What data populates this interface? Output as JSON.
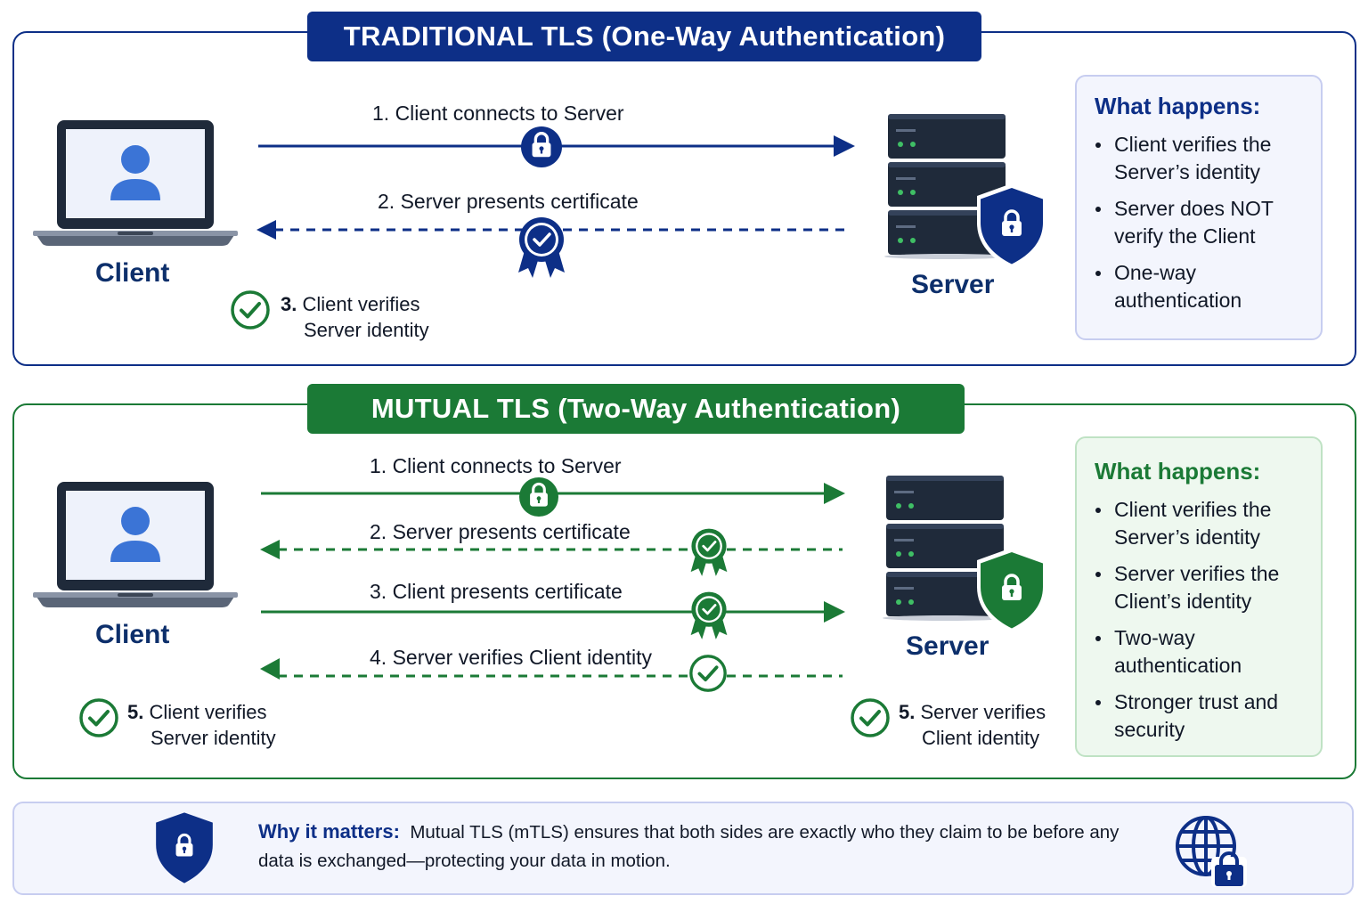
{
  "colors": {
    "blue": "#0d2f87",
    "green": "#1b7a36",
    "laptop_user": "#3b74d6",
    "server": "#1f2a3a"
  },
  "traditional": {
    "title": "TRADITIONAL TLS (One-Way Authentication)",
    "client_label": "Client",
    "server_label": "Server",
    "steps": {
      "s1": "1. Client connects to Server",
      "s2": "2. Server presents certificate",
      "s3_num": "3.",
      "s3_line1": "Client verifies",
      "s3_line2": "Server identity"
    },
    "info": {
      "heading": "What happens:",
      "items": [
        {
          "l1": "Client verifies the",
          "l2": "Server’s identity"
        },
        {
          "l1": "Server does NOT",
          "l2": "verify the Client"
        },
        {
          "l1": "One-way",
          "l2": "authentication"
        }
      ]
    }
  },
  "mutual": {
    "title": "MUTUAL TLS (Two-Way Authentication)",
    "client_label": "Client",
    "server_label": "Server",
    "steps": {
      "s1": "1. Client connects to Server",
      "s2": "2. Server presents certificate",
      "s3": "3. Client presents certificate",
      "s4": "4. Server verifies Client identity",
      "c5_num": "5.",
      "c5_line1": "Client verifies",
      "c5_line2": "Server identity",
      "s5_num": "5.",
      "s5_line1": "Server verifies",
      "s5_line2": "Client identity"
    },
    "info": {
      "heading": "What happens:",
      "items": [
        {
          "l1": "Client verifies the",
          "l2": "Server’s identity"
        },
        {
          "l1": "Server verifies the",
          "l2": "Client’s identity"
        },
        {
          "l1": "Two-way",
          "l2": "authentication"
        },
        {
          "l1": "Stronger trust and",
          "l2": "security"
        }
      ]
    }
  },
  "footer": {
    "label": "Why it matters:",
    "text1": "Mutual TLS (mTLS) ensures that both sides are exactly who they claim to be before any",
    "text2": "data is exchanged—protecting your data in motion."
  },
  "icons": [
    "laptop-user-icon",
    "server-stack-icon",
    "shield-lock-icon",
    "padlock-icon",
    "certificate-ribbon-icon",
    "check-circle-icon",
    "globe-lock-icon"
  ]
}
